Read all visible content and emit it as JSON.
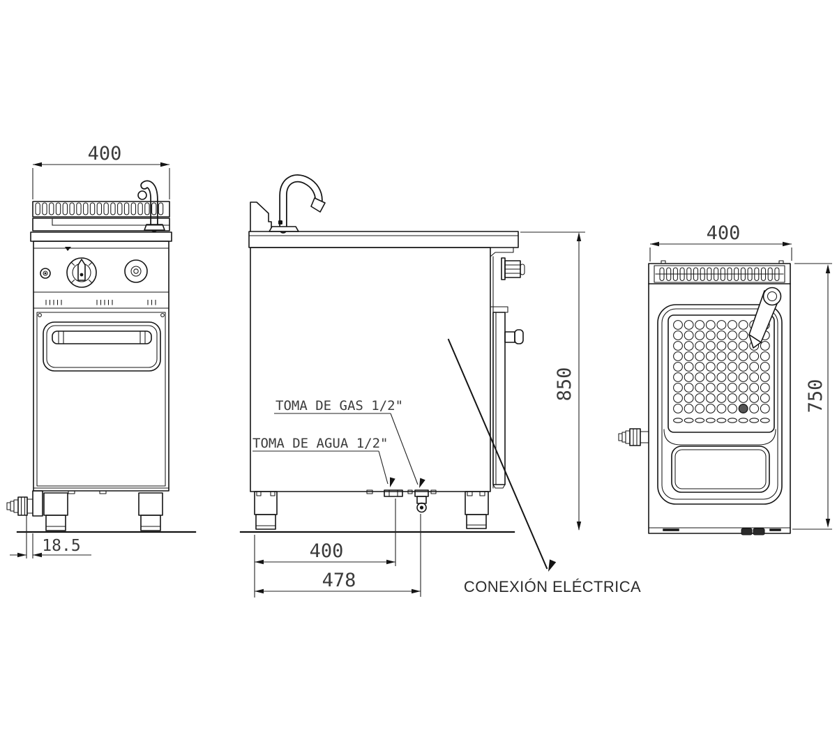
{
  "drawing": {
    "background_color": "#ffffff",
    "line_color": "#141414",
    "text_color": "#3b3b3b",
    "front_view": {
      "width_dim": "400",
      "drain_offset_dim": "18.5"
    },
    "side_view": {
      "height_dim": "850",
      "water_distance_dim": "400",
      "gas_distance_dim": "478",
      "gas_label": "TOMA DE GAS 1/2\"",
      "water_label": "TOMA DE AGUA 1/2\"",
      "electric_label": "CONEXIÓN ELÉCTRICA"
    },
    "top_view": {
      "width_dim": "400",
      "depth_dim": "750"
    }
  }
}
